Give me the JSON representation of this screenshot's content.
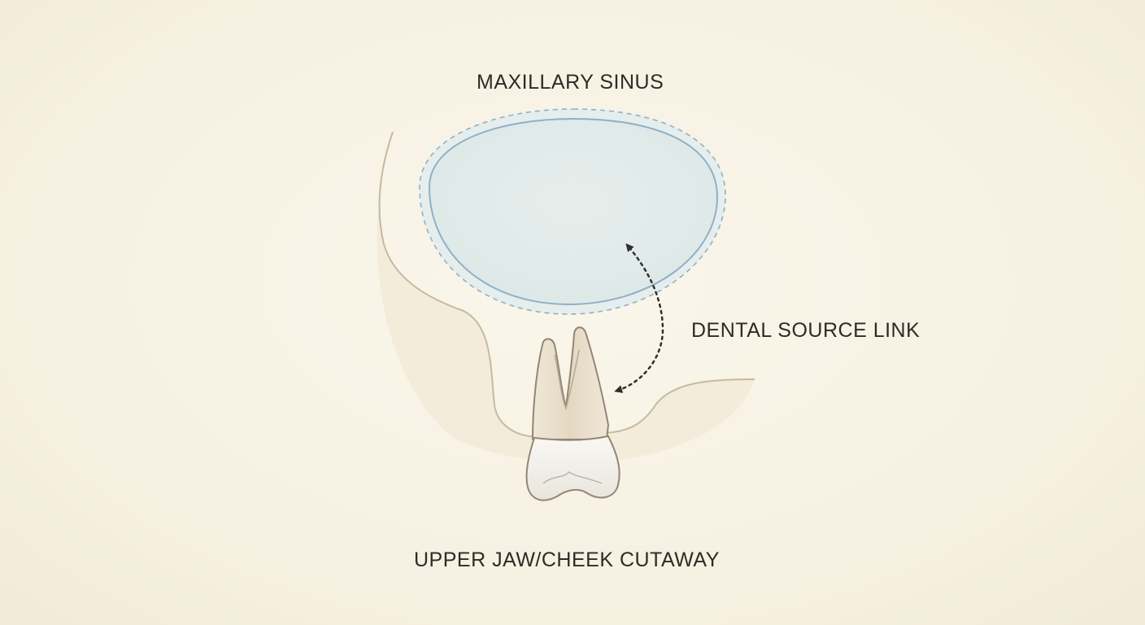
{
  "labels": {
    "sinus": "MAXILLARY SINUS",
    "link": "DENTAL SOURCE LINK",
    "cutaway": "UPPER JAW/CHEEK CUTAWAY"
  },
  "colors": {
    "background": "#f8f3e6",
    "bone_fill": "#efe6d2",
    "bone_outline": "#c7b9a0",
    "sinus_fill": "#e2ebe8",
    "sinus_outline": "#8fb0c8",
    "tooth_crown": "#f3f0ea",
    "tooth_root": "#e7dcc8",
    "tooth_outline": "#948675",
    "arrow": "#2f2f2f",
    "text": "#2e2b27"
  }
}
